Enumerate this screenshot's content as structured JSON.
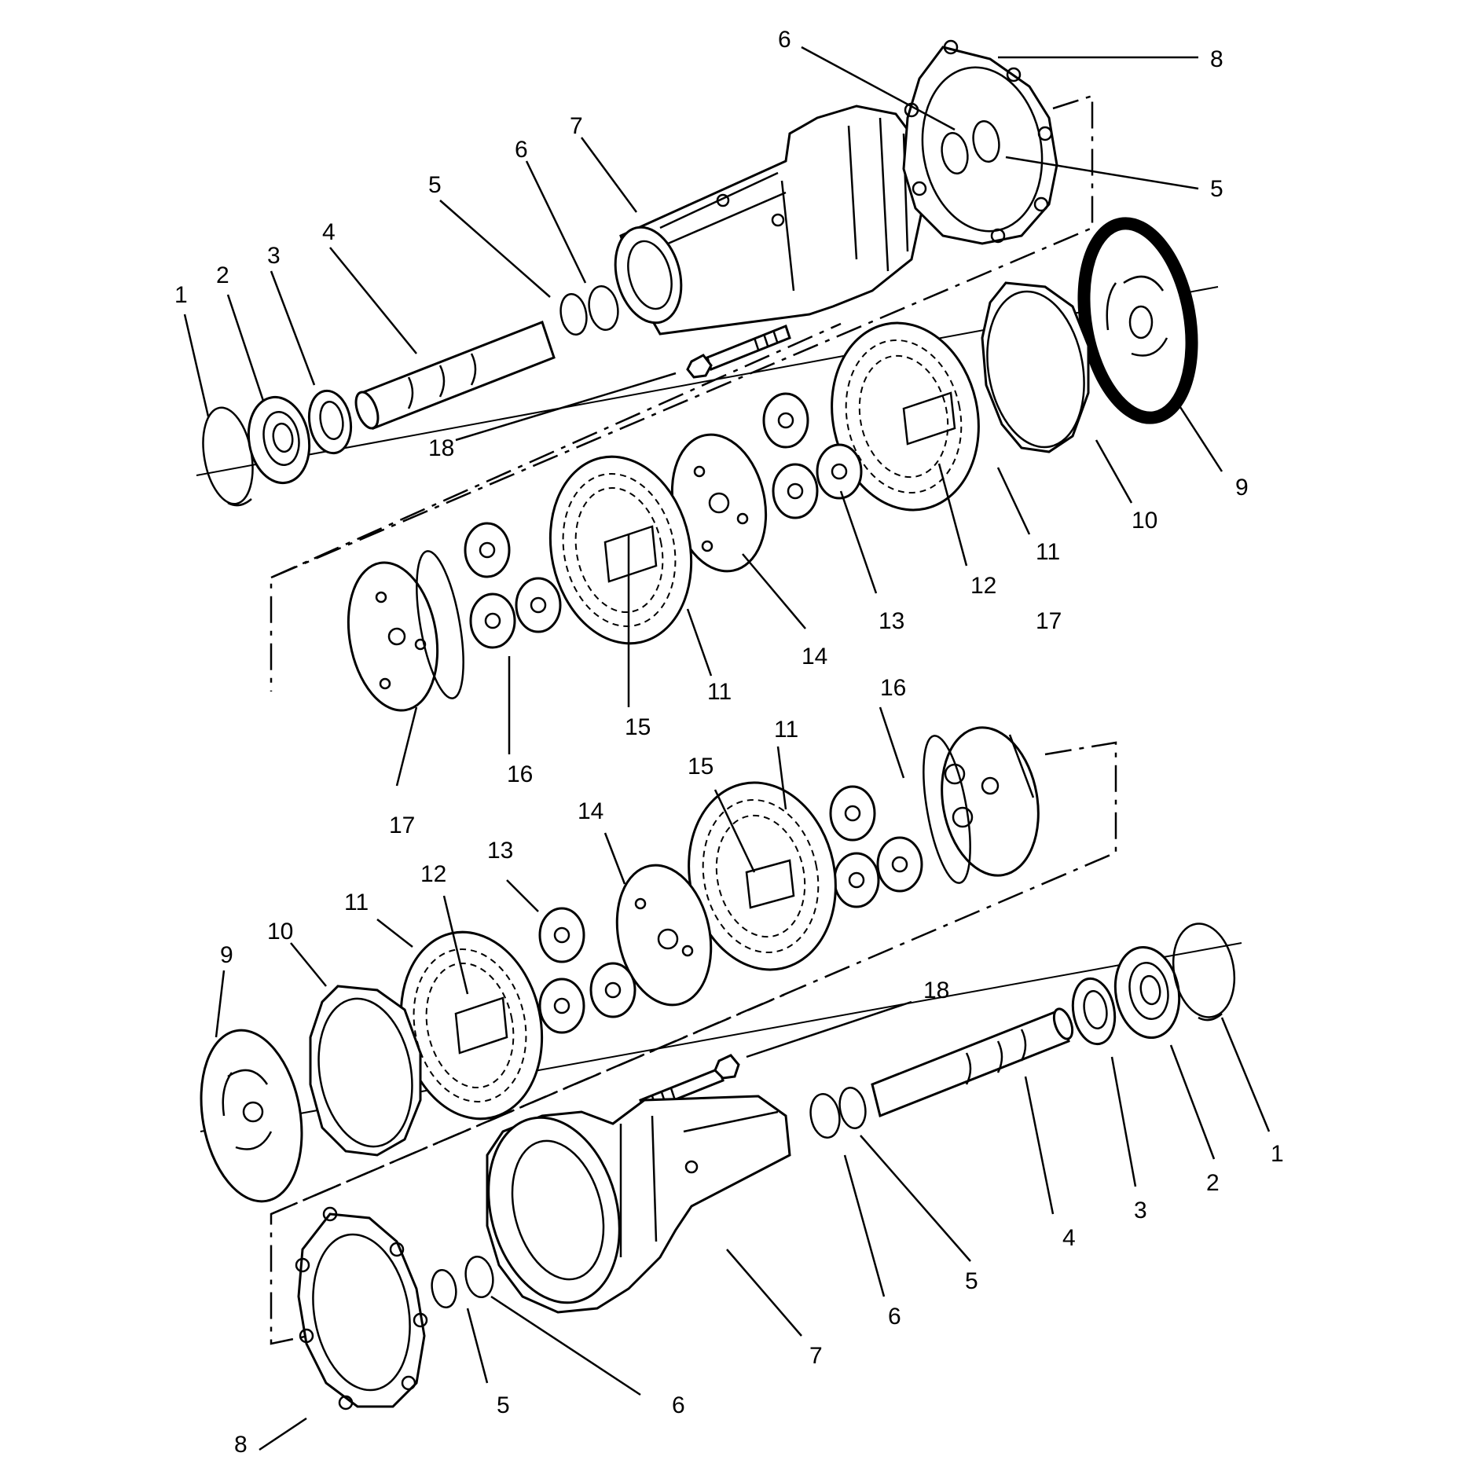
{
  "diagram": {
    "callouts_upper": [
      "1",
      "2",
      "3",
      "4",
      "5",
      "6",
      "7",
      "6",
      "8",
      "5",
      "18",
      "9",
      "10",
      "11",
      "12",
      "13",
      "14",
      "11",
      "15",
      "16",
      "17"
    ],
    "callouts_lower": [
      "17",
      "16",
      "11",
      "15",
      "14",
      "13",
      "12",
      "11",
      "10",
      "9",
      "18",
      "1",
      "2",
      "3",
      "4",
      "5",
      "6",
      "7",
      "8",
      "5",
      "6"
    ]
  }
}
